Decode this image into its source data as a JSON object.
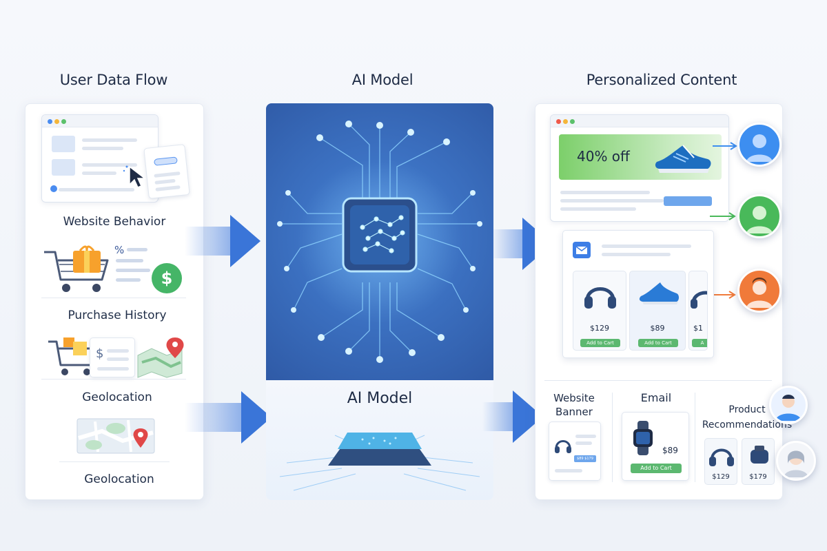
{
  "titles": {
    "user_data_flow": "User Data Flow",
    "ai_model": "AI Model",
    "personalized_content": "Personalized Content"
  },
  "left": {
    "website_behavior": "Website Behavior",
    "purchase_history": "Purchase History",
    "geolocation_1": "Geolocation",
    "geolocation_2": "Geolocation",
    "percent_symbol": "%",
    "dollar_symbol": "$",
    "receipt_dollar": "$"
  },
  "middle": {
    "ai_model_lower": "AI Model"
  },
  "right": {
    "banner_discount": "40% off",
    "email_products": [
      {
        "price": "$129",
        "button": "Add to Cart"
      },
      {
        "price": "$89",
        "button": "Add to Cart"
      },
      {
        "price": "$1",
        "button": "A"
      }
    ],
    "website_banner": "Website Banner",
    "email": "Email",
    "product_recommendations": "Product Recommendations",
    "mini_banner_price": "$89 $179",
    "email_watch_price": "$89",
    "email_watch_button": "Add to Cart",
    "rec_prices": [
      "$129",
      "$179"
    ]
  },
  "colors": {
    "accent_blue": "#3a75d8",
    "green_button": "#5cb870",
    "location_red": "#e04848",
    "avatar_blue": "#3d8ef0",
    "avatar_green": "#49b95a",
    "avatar_orange": "#f07a3a"
  }
}
